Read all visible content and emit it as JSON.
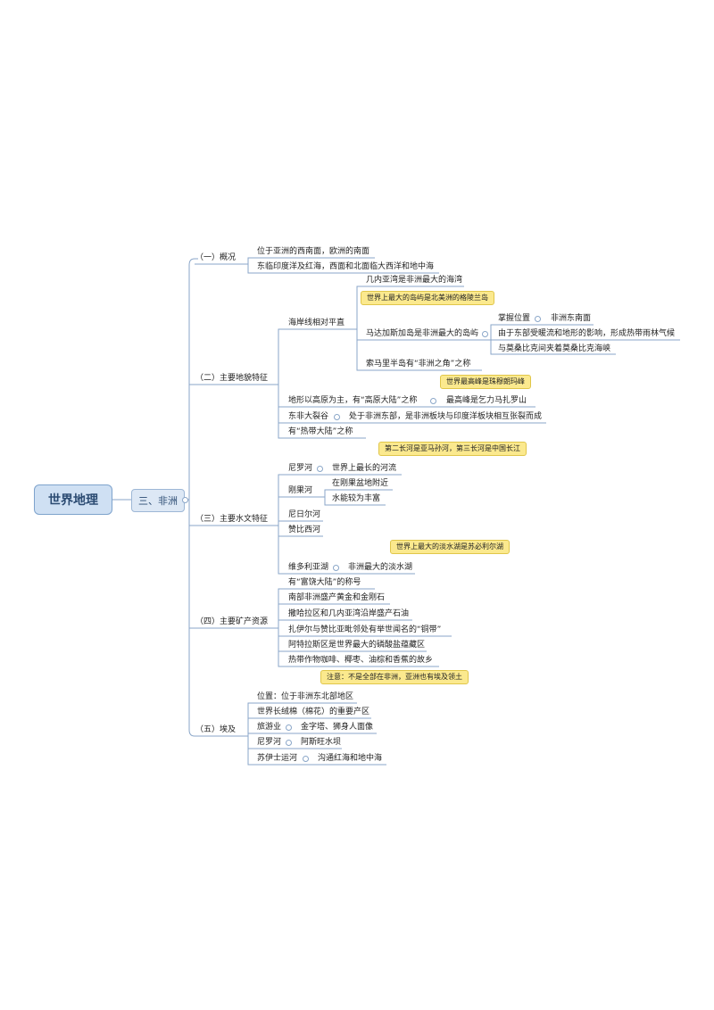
{
  "root": {
    "label": "世界地理"
  },
  "main": {
    "label": "三、非洲"
  },
  "sections": {
    "s1": "（一）概况",
    "s2": "（二）主要地貌特征",
    "s3": "（三）主要水文特征",
    "s4": "（四）主要矿产资源",
    "s5": "（五）埃及"
  },
  "s1": {
    "a": "位于亚洲的西南面，欧洲的南面",
    "b": "东临印度洋及红海，西面和北面临大西洋和地中海"
  },
  "s2": {
    "coast": "海岸线相对平直",
    "guinea": "几内亚湾是非洲最大的海湾",
    "callout_greenland": "世界上最大的岛屿是北美洲的格陵兰岛",
    "madagascar": "马达加斯加岛是非洲最大的岛屿",
    "mz_pos": "掌握位置",
    "mz_pos_val": "非洲东南面",
    "mz_climate": "由于东部受暖流和地形的影响，形成热带雨林气候",
    "mz_channel": "与莫桑比克间夹着莫桑比克海峡",
    "somali": "索马里半岛有“非洲之角”之称",
    "callout_everest": "世界最高峰是珠穆朗玛峰",
    "plateau": "地形以高原为主，有“高原大陆”之称",
    "kilimanjaro": "最高峰是乞力马扎罗山",
    "rift": "东非大裂谷",
    "rift_desc": "处于非洲东部，是非洲板块与印度洋板块相互张裂而成",
    "tropical": "有“热带大陆”之称"
  },
  "s3": {
    "callout_rivers": "第二长河是亚马孙河，第三长河是中国长江",
    "nile": "尼罗河",
    "nile_desc": "世界上最长的河流",
    "congo": "刚果河",
    "congo_a": "在刚果盆地附近",
    "congo_b": "水能较为丰富",
    "niger": "尼日尔河",
    "zambezi": "赞比西河",
    "callout_superior": "世界上最大的淡水湖是苏必利尔湖",
    "victoria": "维多利亚湖",
    "victoria_desc": "非洲最大的淡水湖"
  },
  "s4": {
    "a": "有“富饶大陆”的称号",
    "b": "南部非洲盛产黄金和金刚石",
    "c": "撒哈拉区和几内亚湾沿岸盛产石油",
    "d": "扎伊尔与赞比亚毗邻处有举世闻名的“铜带”",
    "e": "阿特拉斯区是世界最大的磷酸盐蕴藏区",
    "f": "热带作物咖啡、椰枣、油棕和香蕉的故乡",
    "callout_note": "注意：不是全部在非洲，亚洲也有埃及领土"
  },
  "s5": {
    "pos": "位置：位于非洲东北部地区",
    "cotton": "世界长绒棉（棉花）的重要产区",
    "tourism": "旅游业",
    "tourism_val": "金字塔、狮身人面像",
    "nile": "尼罗河",
    "nile_val": "阿斯旺水坝",
    "suez": "苏伊士运河",
    "suez_val": "沟通红海和地中海"
  },
  "colors": {
    "line": "#8aa6c8",
    "root_fill": "#cfe0f3",
    "callout": "#fbe98e"
  }
}
